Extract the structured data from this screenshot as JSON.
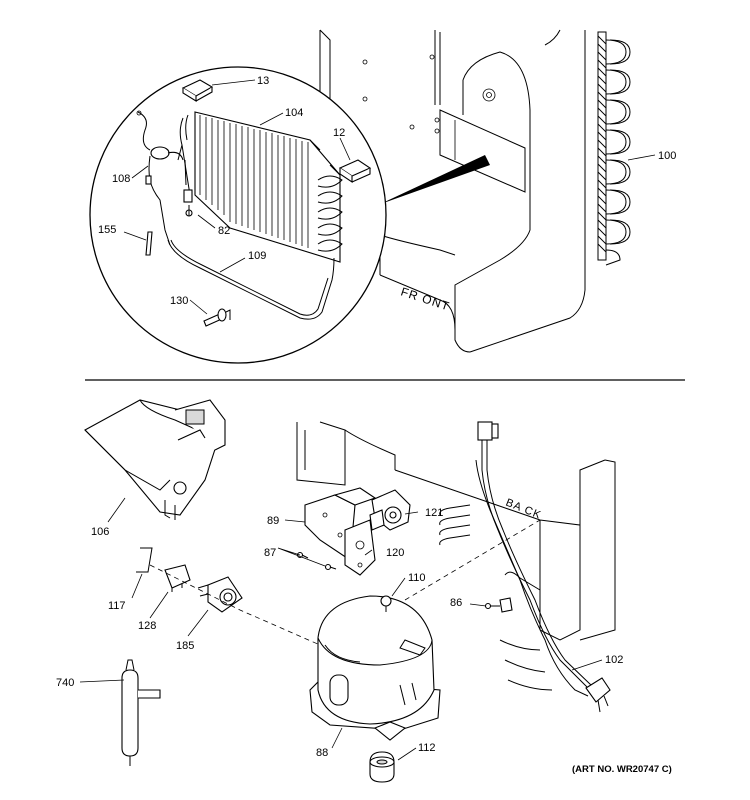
{
  "callouts": {
    "c13": "13",
    "c104": "104",
    "c12": "12",
    "c100": "100",
    "c108": "108",
    "c155": "155",
    "c82": "82",
    "c109": "109",
    "c130": "130",
    "c106": "106",
    "c89": "89",
    "c121": "121",
    "c87": "87",
    "c120": "120",
    "c110": "110",
    "c86": "86",
    "c117": "117",
    "c128": "128",
    "c185": "185",
    "c102": "102",
    "c740": "740",
    "c88": "88",
    "c112": "112"
  },
  "texts": {
    "front": "FR ONT",
    "back": "BA CK",
    "art_number": "(ART NO. WR20747 C)"
  }
}
